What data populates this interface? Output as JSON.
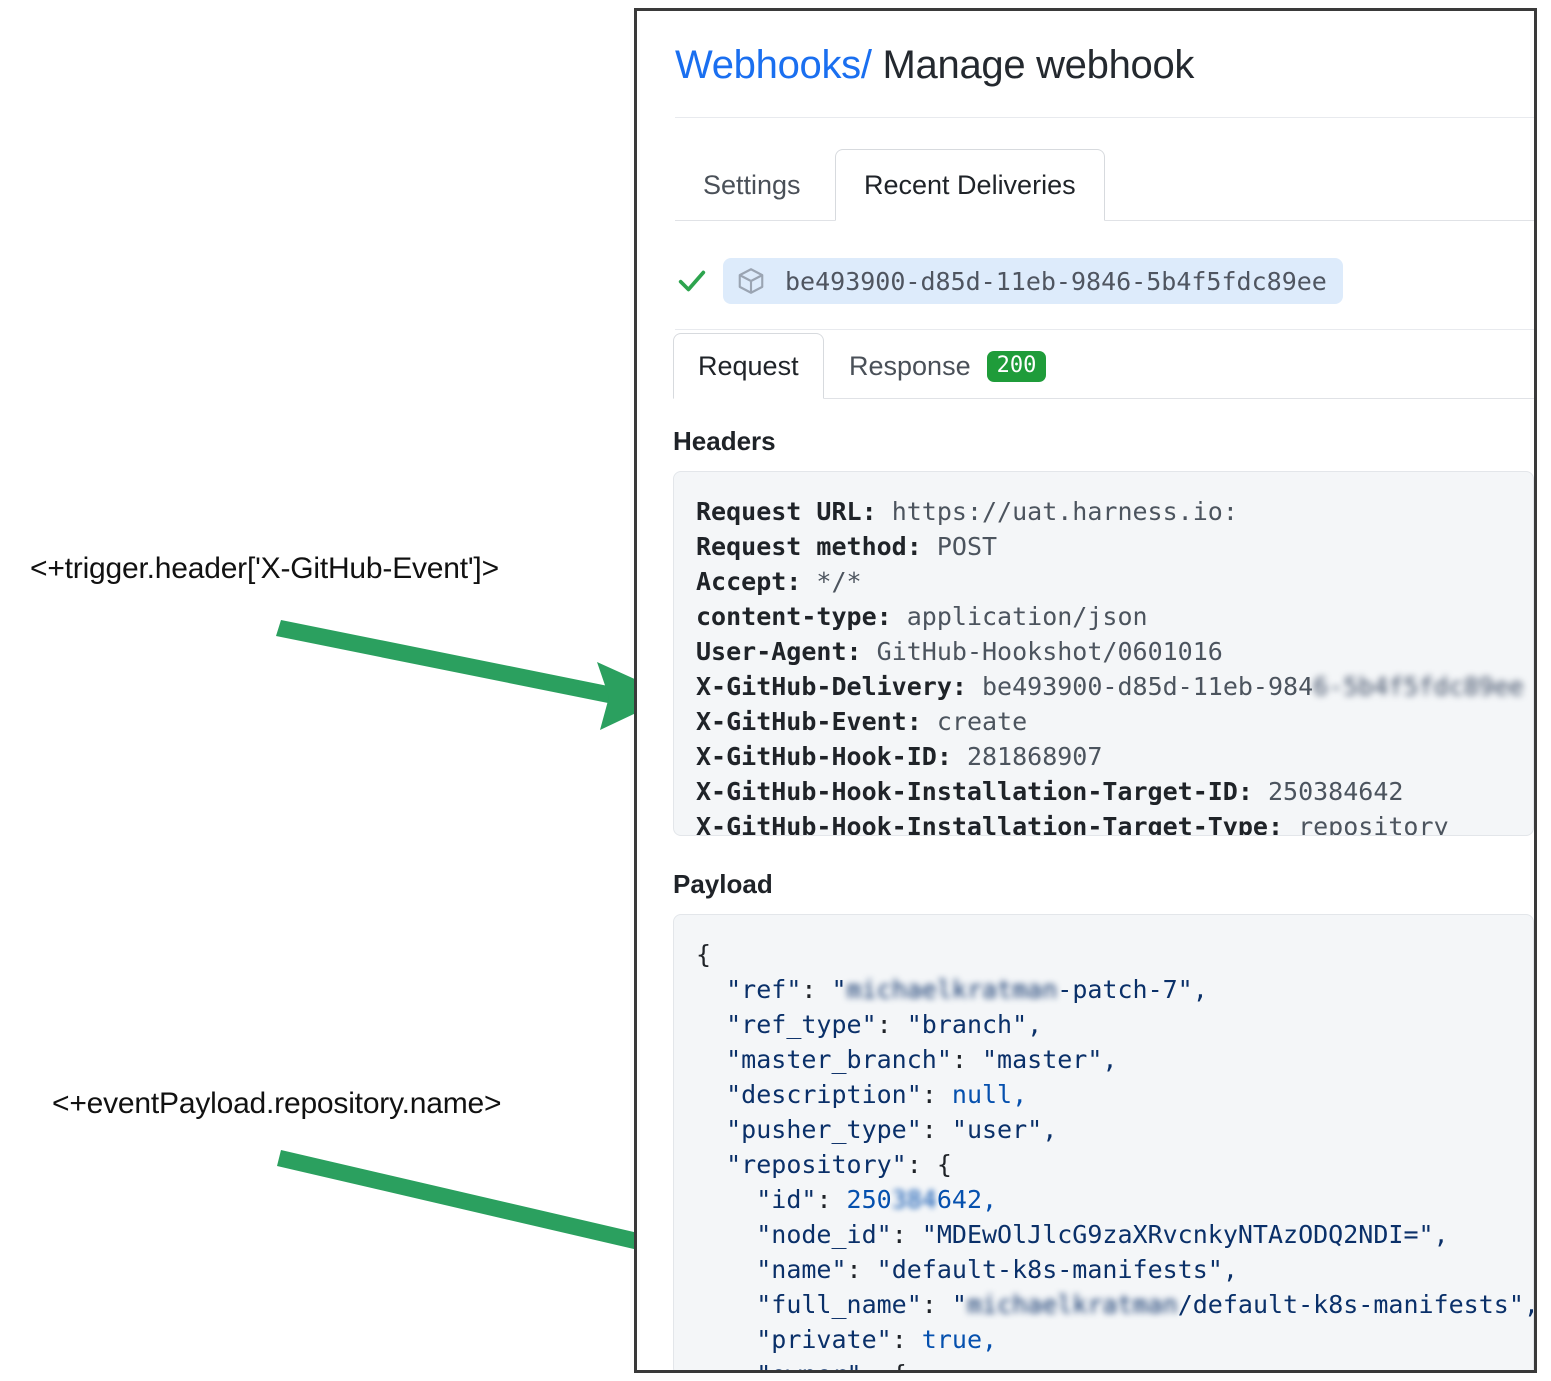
{
  "annotations": [
    {
      "id": "annot-header",
      "text": "<+trigger.header['X-GitHub-Event']>"
    },
    {
      "id": "annot-payload",
      "text": "<+eventPayload.repository.name>"
    }
  ],
  "colors": {
    "arrow_green": "#2ba05f",
    "link_blue": "#1a6ff0",
    "badge_green": "#1f9c3a",
    "check_green": "#2da44e",
    "pill_blue": "#ddebfb",
    "code_bg": "#f4f6f8"
  },
  "header": {
    "breadcrumb_link": "Webhooks",
    "breadcrumb_sep": "/",
    "breadcrumb_current": "Manage webhook"
  },
  "tabs": [
    {
      "label": "Settings",
      "selected": false
    },
    {
      "label": "Recent Deliveries",
      "selected": true
    }
  ],
  "delivery": {
    "status_icon": "check-icon",
    "package_icon": "package-cube-icon",
    "guid": "be493900-d85d-11eb-9846-5b4f5fdc89ee"
  },
  "inner_tabs": [
    {
      "label": "Request",
      "selected": true,
      "badge": null
    },
    {
      "label": "Response",
      "selected": false,
      "badge": "200"
    }
  ],
  "sections": {
    "headers_label": "Headers",
    "payload_label": "Payload"
  },
  "headers": [
    {
      "key": "Request URL:",
      "value": "https://uat.harness.io:"
    },
    {
      "key": "Request method:",
      "value": "POST"
    },
    {
      "key": "Accept:",
      "value": "*/*"
    },
    {
      "key": "content-type:",
      "value": "application/json"
    },
    {
      "key": "User-Agent:",
      "value": "GitHub-Hookshot/0601016"
    },
    {
      "key": "X-GitHub-Delivery:",
      "value": "be493900-d85d-11eb-9846-5b4f5fdc89ee",
      "redacted_from": 22
    },
    {
      "key": "X-GitHub-Event:",
      "value": "create"
    },
    {
      "key": "X-GitHub-Hook-ID:",
      "value": "281868907"
    },
    {
      "key": "X-GitHub-Hook-Installation-Target-ID:",
      "value": "250384642"
    },
    {
      "key": "X-GitHub-Hook-Installation-Target-Type:",
      "value": "repository"
    }
  ],
  "payload_lines": [
    {
      "indent": 0,
      "text": "{"
    },
    {
      "indent": 1,
      "key": "\"ref\"",
      "value_prefix": "\"",
      "redacted": "michaelkratman",
      "value_suffix": "-patch-7\",",
      "kind": "string-redacted"
    },
    {
      "indent": 1,
      "key": "\"ref_type\"",
      "value": "\"branch\",",
      "kind": "string"
    },
    {
      "indent": 1,
      "key": "\"master_branch\"",
      "value": "\"master\",",
      "kind": "string"
    },
    {
      "indent": 1,
      "key": "\"description\"",
      "value": "null,",
      "kind": "literal"
    },
    {
      "indent": 1,
      "key": "\"pusher_type\"",
      "value": "\"user\",",
      "kind": "string"
    },
    {
      "indent": 1,
      "key": "\"repository\"",
      "value": "{",
      "kind": "object"
    },
    {
      "indent": 2,
      "key": "\"id\"",
      "value_prefix": "250",
      "redacted": "384",
      "value_suffix": "642,",
      "kind": "number-redacted"
    },
    {
      "indent": 2,
      "key": "\"node_id\"",
      "value": "\"MDEwOlJlcG9zaXRvcnkyNTAzODQ2NDI=\",",
      "kind": "string"
    },
    {
      "indent": 2,
      "key": "\"name\"",
      "value": "\"default-k8s-manifests\",",
      "kind": "string"
    },
    {
      "indent": 2,
      "key": "\"full_name\"",
      "value_prefix": "\"",
      "redacted": "michaelkratman",
      "value_suffix": "/default-k8s-manifests\",",
      "kind": "string-redacted"
    },
    {
      "indent": 2,
      "key": "\"private\"",
      "value": "true,",
      "kind": "literal"
    },
    {
      "indent": 2,
      "key": "\"owner\"",
      "value": "{",
      "kind": "object"
    }
  ]
}
